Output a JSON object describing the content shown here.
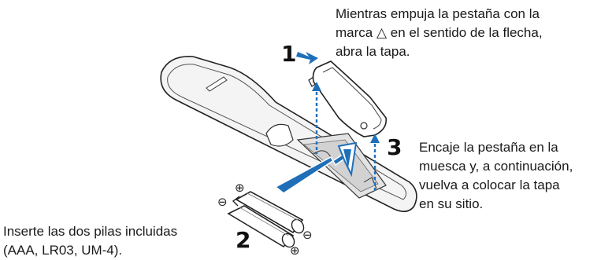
{
  "steps": [
    {
      "number": "1",
      "text_lines": [
        "Mientras empuja la pestaña con la",
        "marca △ en el sentido de la flecha,",
        "abra la tapa."
      ]
    },
    {
      "number": "2",
      "text_lines": [
        "Inserte las dos pilas incluidas",
        "(AAA, LR03, UM-4)."
      ]
    },
    {
      "number": "3",
      "text_lines": [
        "Encaje la pestaña en la",
        "muesca y, a continuación,",
        "vuelva a colocar la tapa",
        "en su sitio."
      ]
    }
  ],
  "battery_polarity": {
    "plus": "⊕",
    "minus": "⊖"
  },
  "colors": {
    "arrow_blue": "#1f6fb8",
    "outline": "#222222",
    "fill_light": "#ffffff",
    "fill_gray": "#e9e9e9"
  }
}
